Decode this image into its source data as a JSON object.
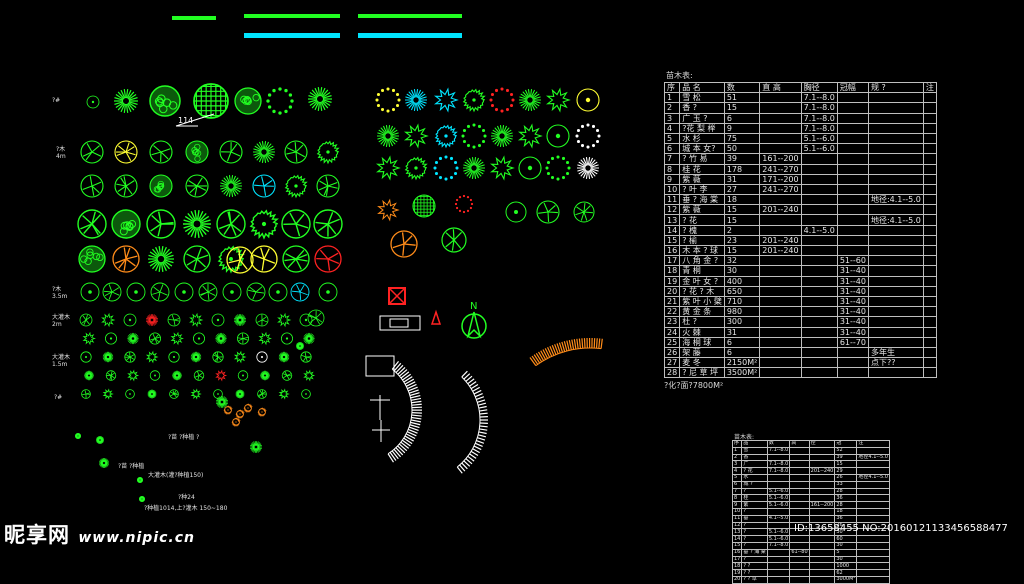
{
  "colors": {
    "background": "#000000",
    "green": "#22ff22",
    "cyan": "#00e5ff",
    "yellow": "#ffff33",
    "orange": "#ff8c1a",
    "red": "#ff2222",
    "white": "#ffffff",
    "table_line": "#bfbfbf"
  },
  "callout_label": "114",
  "north_label": "N",
  "row_labels": [
    "?#",
    "?木\n4m",
    "?木\n3.5m",
    "大灌木\n2m",
    "大灌木\n1.5m",
    "?#"
  ],
  "left_notes": [
    "?苗 ?种植 ?",
    "?苗 ?种植",
    "大灌木(灌?种植150)",
    "?种24",
    "?种植1014,上?灌木 150~180"
  ],
  "main_table": {
    "title": "苗木表:",
    "headers": [
      "序",
      "品    名",
      "数",
      "直 高",
      "胸径",
      "冠幅",
      "规 ?",
      "注"
    ],
    "rows": [
      [
        "1",
        "雪    松",
        "51",
        "",
        "7.1--8.0",
        "",
        "",
        ""
      ],
      [
        "2",
        "香    ?",
        "15",
        "",
        "7.1--8.0",
        "",
        "",
        ""
      ],
      [
        "3",
        "广 玉 ?",
        "6",
        "",
        "7.1--8.0",
        "",
        "",
        ""
      ],
      [
        "4",
        "?花 梨 榉",
        "9",
        "",
        "7.1--8.0",
        "",
        "",
        ""
      ],
      [
        "5",
        "水    杉",
        "75",
        "",
        "5.1--6.0",
        "",
        "",
        ""
      ],
      [
        "6",
        "城 本 女?",
        "50",
        "",
        "5.1--6.0",
        "",
        "",
        ""
      ],
      [
        "7",
        "? 竹 易",
        "39",
        "161--200",
        "",
        "",
        "",
        ""
      ],
      [
        "8",
        "桂    花",
        "178",
        "241--270",
        "",
        "",
        "",
        ""
      ],
      [
        "9",
        "紫    薇",
        "31",
        "171--200",
        "",
        "",
        "",
        ""
      ],
      [
        "10",
        "? 叶 李",
        "27",
        "241--270",
        "",
        "",
        "",
        ""
      ],
      [
        "11",
        "垂 ? 海 棠",
        "18",
        "",
        "",
        "",
        "地径:4.1--5.0",
        ""
      ],
      [
        "12",
        "紫    薇",
        "15",
        "201--240",
        "",
        "",
        "",
        ""
      ],
      [
        "13",
        "?    花",
        "15",
        "",
        "",
        "",
        "地径:4.1--5.0",
        ""
      ],
      [
        "14",
        "?    槐",
        "2",
        "",
        "4.1--5.0",
        "",
        "",
        ""
      ],
      [
        "15",
        "?    榆",
        "23",
        "201--240",
        "",
        "",
        "",
        ""
      ],
      [
        "16",
        "木 本 ? 球",
        "15",
        "201--240",
        "",
        "",
        "",
        ""
      ],
      [
        "17",
        "八 角 金 ?",
        "32",
        "",
        "",
        "51--60",
        "",
        ""
      ],
      [
        "18",
        "青    桐",
        "30",
        "",
        "",
        "31--40",
        "",
        ""
      ],
      [
        "19",
        "金 叶 女 ?",
        "400",
        "",
        "",
        "31--40",
        "",
        ""
      ],
      [
        "20",
        "? 花 ? 木",
        "650",
        "",
        "",
        "31--40",
        "",
        ""
      ],
      [
        "21",
        "紫 叶 小 檗",
        "710",
        "",
        "",
        "31--40",
        "",
        ""
      ],
      [
        "22",
        "黄  金  条",
        "980",
        "",
        "",
        "31--40",
        "",
        ""
      ],
      [
        "23",
        "杜    ?",
        "300",
        "",
        "",
        "31--40",
        "",
        ""
      ],
      [
        "24",
        "火    棘",
        "31",
        "",
        "",
        "31--40",
        "",
        ""
      ],
      [
        "25",
        "海  桐  球",
        "6",
        "",
        "",
        "61--70",
        "",
        ""
      ],
      [
        "26",
        "架    藤",
        "6",
        "",
        "",
        "",
        "多年生",
        ""
      ],
      [
        "27",
        "麦    冬",
        "2150M²",
        "",
        "",
        "",
        "点下??",
        ""
      ],
      [
        "28",
        "? 尼 草 坪",
        "3500M²",
        "",
        "",
        "",
        "",
        ""
      ]
    ],
    "footer": "?化?面?7800M²"
  },
  "small_table": {
    "title": "苗木表:",
    "headers": [
      "序",
      "品",
      "数",
      "高",
      "径",
      "冠",
      "注"
    ],
    "rows": [
      [
        "1",
        "雪",
        "7.1--8.0",
        "",
        "",
        "52",
        ""
      ],
      [
        "2",
        "香",
        "",
        "",
        "",
        "39",
        "地径4.1--5.0"
      ],
      [
        "3",
        "广",
        "7.1--8.0",
        "",
        "",
        "15",
        ""
      ],
      [
        "4",
        "? 花",
        "7.1--8.0",
        "",
        "201--240",
        "29",
        ""
      ],
      [
        "5",
        "水",
        "",
        "",
        "",
        "26",
        "地径4.1--5.0"
      ],
      [
        "6",
        "城 ?",
        "",
        "",
        "",
        "33",
        ""
      ],
      [
        "7",
        "?",
        "5.1--6.0",
        "",
        "",
        "28",
        ""
      ],
      [
        "8",
        "桂",
        "5.1--6.0",
        "",
        "",
        "36",
        ""
      ],
      [
        "9",
        "紫",
        "5.1--6.0",
        "",
        "161--200",
        "28",
        ""
      ],
      [
        "10",
        "?",
        "",
        "",
        "",
        "18",
        ""
      ],
      [
        "11",
        "垂",
        "4.1--5.0",
        "",
        "",
        "36",
        ""
      ],
      [
        "12",
        "?",
        "",
        "",
        "",
        "26",
        ""
      ],
      [
        "13",
        "?",
        "5.1--6.0",
        "",
        "",
        "30",
        ""
      ],
      [
        "14",
        "?",
        "5.1--6.0",
        "",
        "",
        "60",
        ""
      ],
      [
        "15",
        "?",
        "7.1--8.0",
        "",
        "",
        "30",
        ""
      ],
      [
        "16",
        "垂 ? 海 棠",
        "",
        "61--80",
        "",
        "5",
        ""
      ],
      [
        "17",
        "?",
        "",
        "",
        "",
        "30",
        ""
      ],
      [
        "18",
        "? ?",
        "",
        "",
        "",
        "1000",
        ""
      ],
      [
        "19",
        "? ?",
        "",
        "",
        "",
        "62",
        ""
      ],
      [
        "20",
        "? ? 草",
        "",
        "",
        "",
        "3000M²",
        ""
      ]
    ]
  },
  "watermark": {
    "brand": "昵享网",
    "site": "www.nipic.cn"
  },
  "image_id": "ID:13658455 NO:20160121133456588477"
}
